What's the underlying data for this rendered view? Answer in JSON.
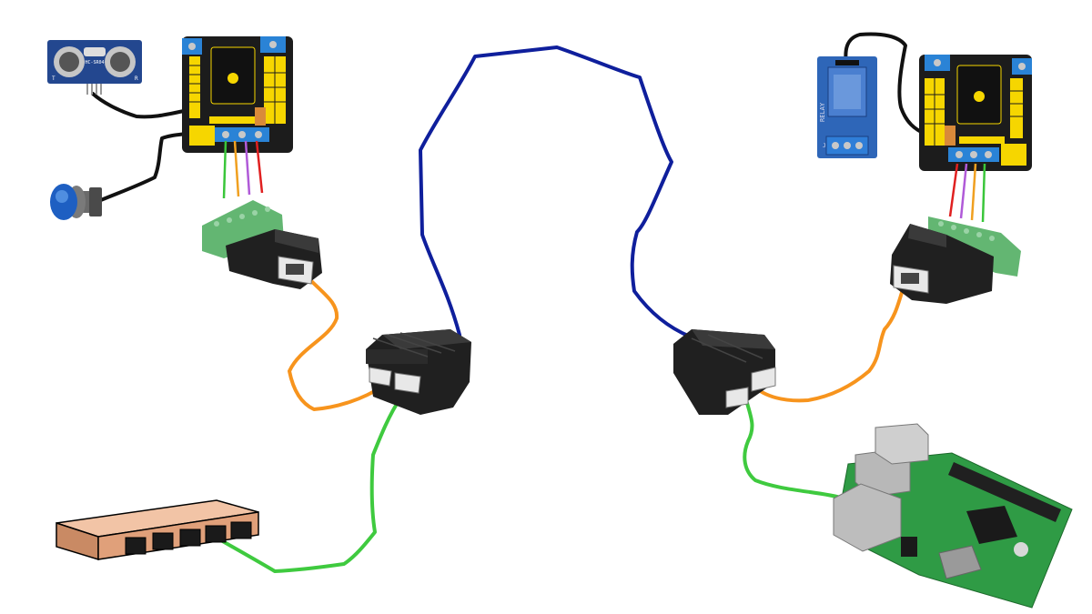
{
  "labels": {
    "sensor_model": "HC-SR04",
    "sensor_t": "T",
    "sensor_r": "R",
    "relay": "RELAY",
    "relay_j1": "J1"
  },
  "colors": {
    "long_cable": "#0f1f9c",
    "ethernet_orange": "#f7941d",
    "ethernet_green": "#3fca3f",
    "wire_black": "#111111",
    "board_black": "#1c1c1c",
    "board_yellow": "#f6d600",
    "terminal_blue": "#2a83d6",
    "terminal_green": "#63b672",
    "adapter_black": "#202020",
    "switch_body": "#e0a07a",
    "sensor_blue": "#23478f",
    "relay_blue": "#2e66b8",
    "pi_green": "#2f9b45",
    "dupont_green": "#3ac63a",
    "dupont_orange": "#f0a020",
    "dupont_purple": "#b05ad8",
    "dupont_red": "#e02020"
  }
}
